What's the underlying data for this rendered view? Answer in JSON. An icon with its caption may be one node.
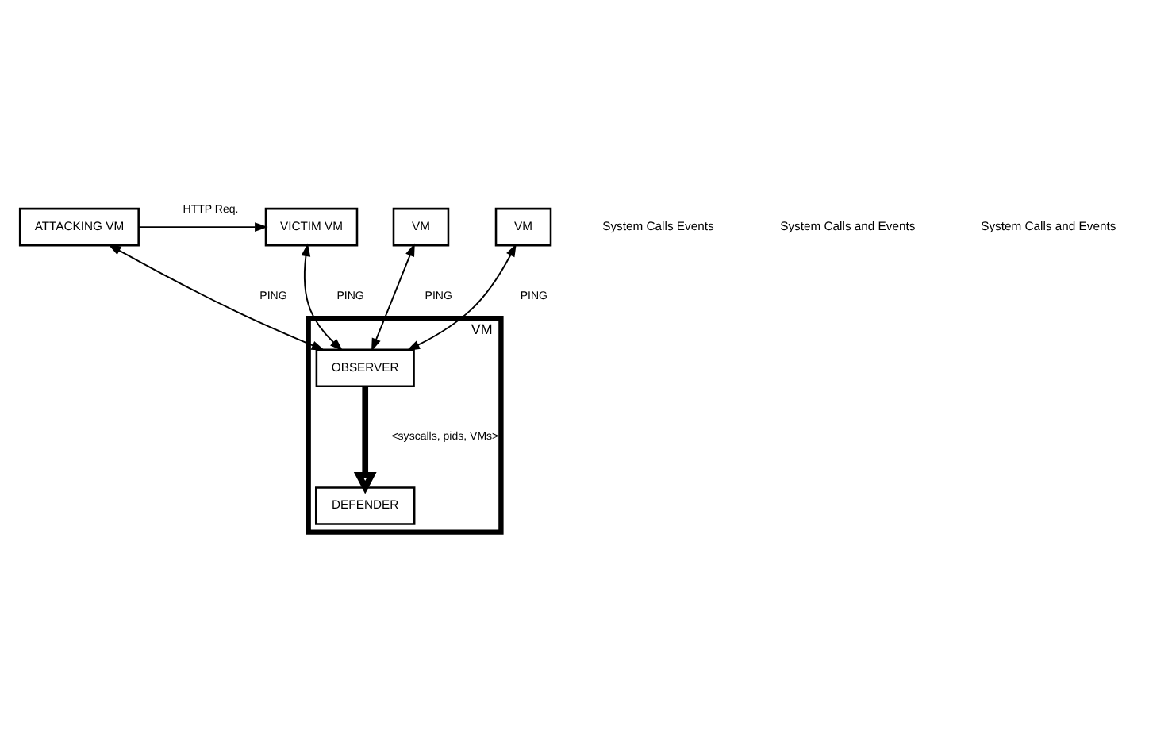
{
  "diagram": {
    "nodes": [
      {
        "text": [
          "VICTIM VM"
        ]
      },
      {
        "text": [
          "ATTACKING VM"
        ]
      },
      {
        "text": [
          "VM"
        ]
      },
      {
        "text": [
          "VM"
        ]
      },
      {
        "text": [
          "VM"
        ]
      },
      {
        "text": [
          "OBSERVER"
        ],
        "in": 4
      },
      {
        "text": [
          "DEFENDER"
        ],
        "in": 4
      }
    ],
    "edges": [
      {
        "from": 1,
        "to": 0,
        "arrow": "to",
        "label": "HTTP Req."
      },
      {
        "from": 3,
        "to": 5,
        "arrow": "both",
        "label": "PING"
      },
      {
        "from": 2,
        "to": 5,
        "arrow": "both",
        "label": "PING"
      },
      {
        "from": 1,
        "to": 5,
        "arrow": "both",
        "label": "PING"
      },
      {
        "from": 0,
        "to": 5,
        "arrow": "both",
        "label": "PING"
      },
      {
        "from": 5,
        "to": 6,
        "arrow": "to",
        "style": "thick",
        "label": "<syscalls, pids, VMs>"
      }
    ],
    "labels": [
      "System Calls Events",
      "System Calls and Events",
      "System Calls and Events"
    ]
  }
}
